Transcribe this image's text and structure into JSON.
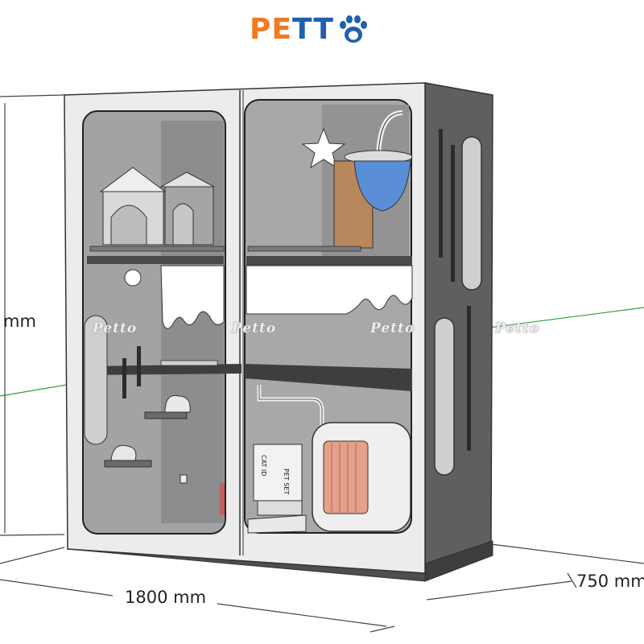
{
  "logo": {
    "text_pe": "PE",
    "text_tt": "TT",
    "brand_orange": "#f07a1f",
    "brand_blue": "#1f5fb0"
  },
  "dimensions": {
    "width": "1800 mm",
    "depth": "750 mm",
    "height_suffix": "mm"
  },
  "watermark": "Petto",
  "labels": {
    "food_box_1": "PET SET",
    "food_box_2": "CAT ID"
  },
  "colors": {
    "frame": "#5e5e5e",
    "interior": "#9a9a9a",
    "shelf": "#4a4a4a",
    "accent_blue": "#5a8fd8",
    "cork": "#b9875c",
    "guide_line": "#2e9e3a"
  }
}
